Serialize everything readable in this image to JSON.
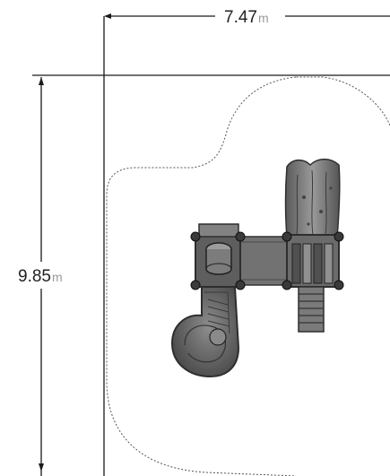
{
  "dimensions": {
    "width": {
      "value": "7.47",
      "unit": "m"
    },
    "depth": {
      "value": "9.85",
      "unit": "m"
    }
  },
  "colors": {
    "dimension_line": "#1a1a1a",
    "safety_zone": "#555555",
    "deck": "#6e6e6e",
    "frame": "#3c3c3c",
    "bark": "#8a8a8a"
  }
}
